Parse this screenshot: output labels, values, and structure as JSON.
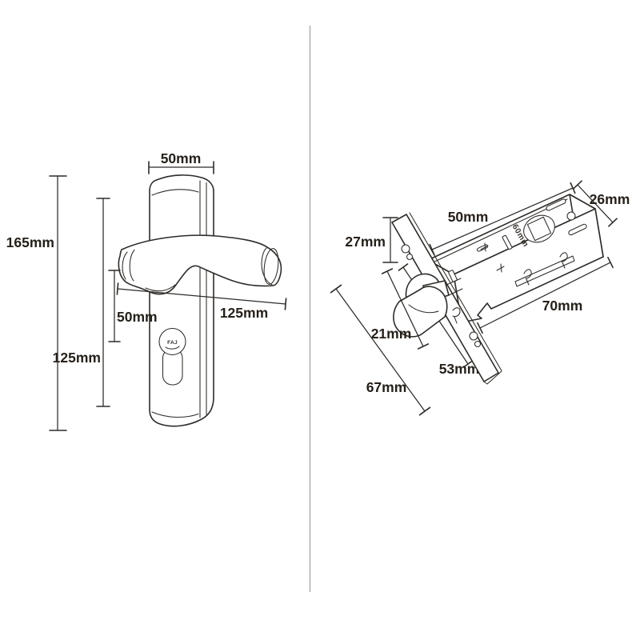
{
  "figure_left": {
    "dim_plate_top_width": "50mm",
    "dim_overall_height": "165mm",
    "dim_lever_to_cylinder": "50mm",
    "dim_plate_height": "125mm",
    "dim_lever_length": "125mm",
    "cylinder_logo": "FAJ"
  },
  "figure_right": {
    "dim_case_width": "50mm",
    "dim_case_depth": "26mm",
    "dim_faceplate_width": "27mm",
    "dim_case_length": "70mm",
    "dim_bolt_width": "21mm",
    "dim_bolt_offset": "53mm",
    "dim_faceplate_length": "67mm",
    "case_marking": "60mm"
  },
  "colors": {
    "ink": "#2e2b28",
    "label": "#26201a",
    "divider": "#a9a9a9",
    "background": "#ffffff"
  }
}
